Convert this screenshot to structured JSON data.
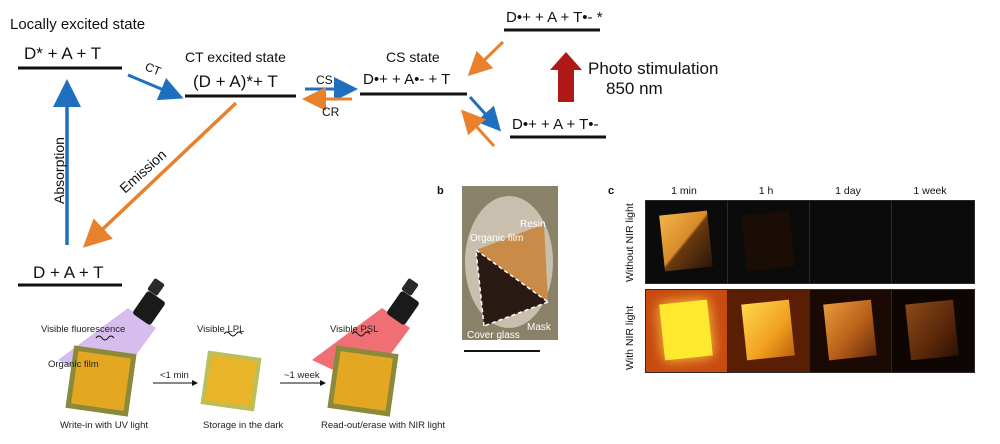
{
  "diagram": {
    "locally_excited_title": "Locally excited state",
    "locally_excited_level": "D* + A + T",
    "ct_excited_title": "CT excited state",
    "ct_excited_level": "(D + A)*+ T",
    "cs_state_title": "CS state",
    "cs_state_level": "D•+ + A•- + T",
    "ground_level": "D + A + T",
    "upper_trap_level": "D•+ + A + T•- *",
    "trap_level": "D•+ + A + T•-",
    "arrow_ct": "CT",
    "arrow_cs": "CS",
    "arrow_cr": "CR",
    "arrow_absorption": "Absorption",
    "arrow_emission": "Emission",
    "photo_stimulation": "Photo stimulation",
    "photo_wavelength": "850 nm"
  },
  "process": {
    "fluorescence": "Visible fluorescence",
    "film": "Organic film",
    "step1": "Write-in with UV light",
    "arrow1": "<1 min",
    "lpl": "Visible LPL",
    "step2": "Storage in the dark",
    "arrow2": "~1 week",
    "psl": "Visible PSL",
    "step3": "Read-out/erase with NIR light"
  },
  "panel_b": {
    "letter": "b",
    "resin": "Resin",
    "organic_film": "Organic film",
    "mask": "Mask",
    "cover_glass": "Cover glass"
  },
  "panel_c": {
    "letter": "c",
    "columns": [
      "1 min",
      "1 h",
      "1 day",
      "1 week"
    ],
    "row_without": "Without NIR light",
    "row_with": "With NIR light"
  },
  "colors": {
    "blue_arrow": "#1f6fbf",
    "orange_arrow": "#e8802c",
    "red_arrow": "#b01818"
  }
}
